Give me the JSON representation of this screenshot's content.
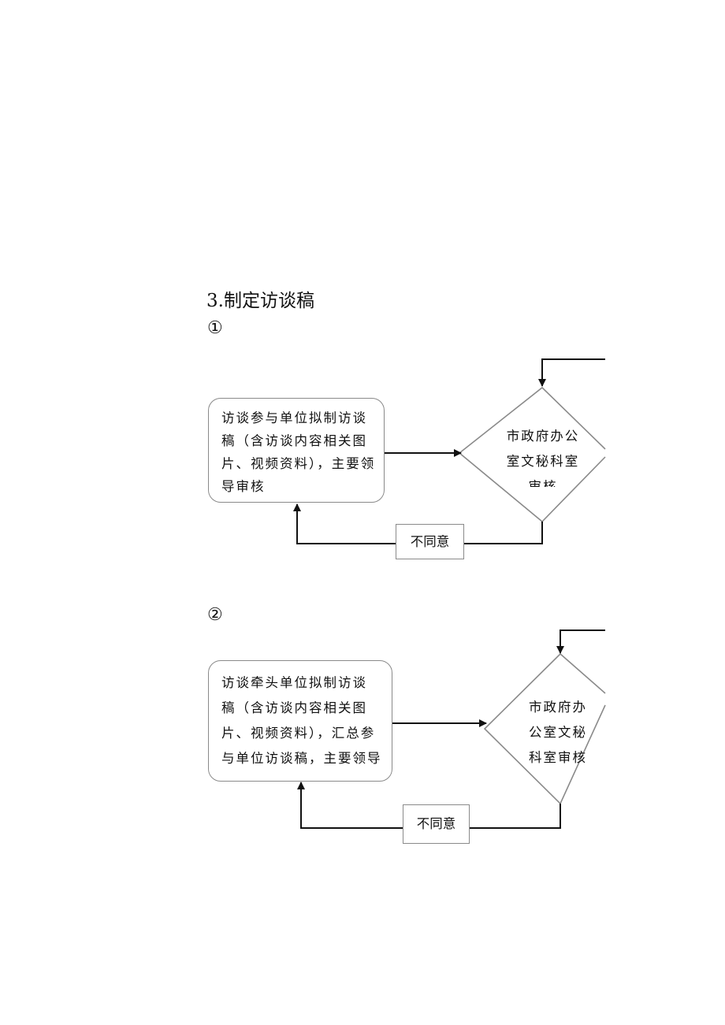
{
  "heading": "3.制定访谈稿",
  "flow1": {
    "marker": "①",
    "box_lines": [
      "访谈参与单位拟制访谈",
      "稿（含访谈内容相关图",
      "片、视频资料），主要领",
      "导审核"
    ],
    "decision_lines": [
      "市政府办公",
      "室文秘科室",
      "审核"
    ],
    "reject_label": "不同意"
  },
  "flow2": {
    "marker": "②",
    "box_lines": [
      "访谈牵头单位拟制访谈",
      "稿（含访谈内容相关图",
      "片、视频资料），汇总参",
      "与单位访谈稿，主要领导"
    ],
    "decision_lines": [
      "市政府办",
      "公室文秘",
      "科室审核"
    ],
    "reject_label": "不同意"
  }
}
